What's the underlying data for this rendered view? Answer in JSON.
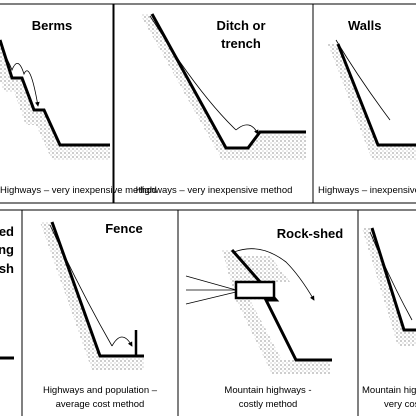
{
  "panels": [
    {
      "title": "Berms",
      "caption": "Highways – very inexpensive method"
    },
    {
      "title_line1": "Ditch or",
      "title_line2": "trench",
      "caption": "Highways – very inexpensive method"
    },
    {
      "title": "Walls",
      "caption": "Highways – inexpensive method"
    },
    {
      "title_line1": "Reinforced",
      "title_line2": "restraining",
      "title_line3": "mesh"
    },
    {
      "title": "Fence",
      "caption_line1": "Highways and population –",
      "caption_line2": "average cost method"
    },
    {
      "title": "Rock-shed",
      "caption_line1": "Mountain highways -",
      "caption_line2": "costly method"
    },
    {
      "caption_line1": "Mountain highways -",
      "caption_line2": "very costly method"
    }
  ],
  "icons": {
    "fall_path": "rockfall-trajectory-icon",
    "ground": "stipple-ground-icon"
  }
}
